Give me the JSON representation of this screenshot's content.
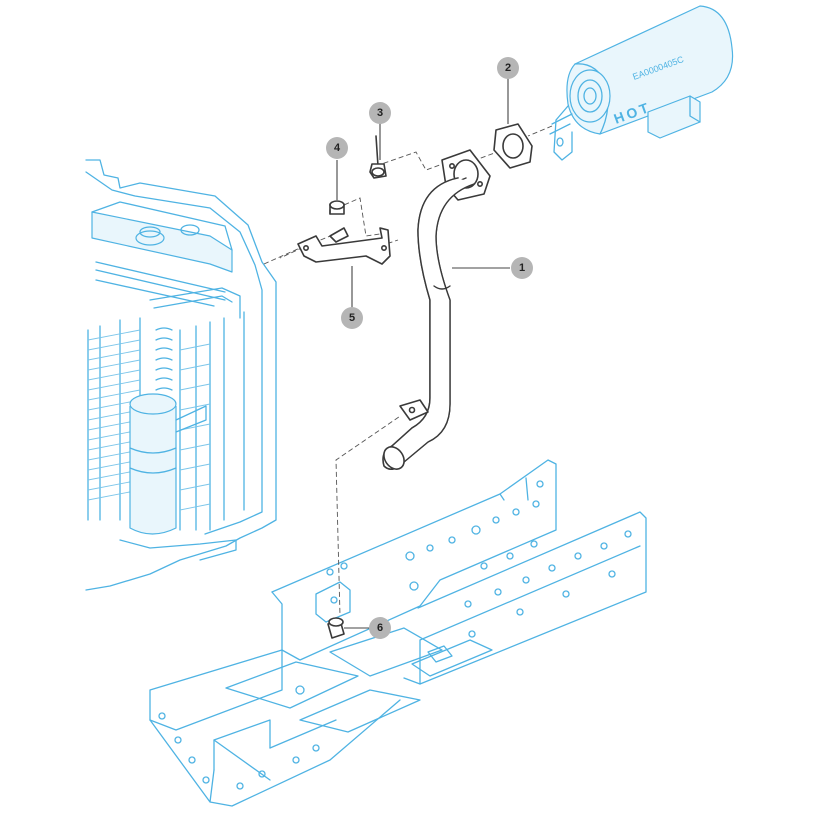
{
  "diagram": {
    "muffler_part_number": "EA0000405C",
    "muffler_warning": "HOT",
    "callouts": [
      {
        "number": "1",
        "part": "exhaust-pipe"
      },
      {
        "number": "2",
        "part": "gasket"
      },
      {
        "number": "3",
        "part": "bolt"
      },
      {
        "number": "4",
        "part": "bolt"
      },
      {
        "number": "5",
        "part": "bracket"
      },
      {
        "number": "6",
        "part": "bolt"
      }
    ]
  },
  "colors": {
    "context_line": "#4fb3e3",
    "part_line": "#3a3a3a",
    "callout_fill": "#b5b5b5"
  }
}
